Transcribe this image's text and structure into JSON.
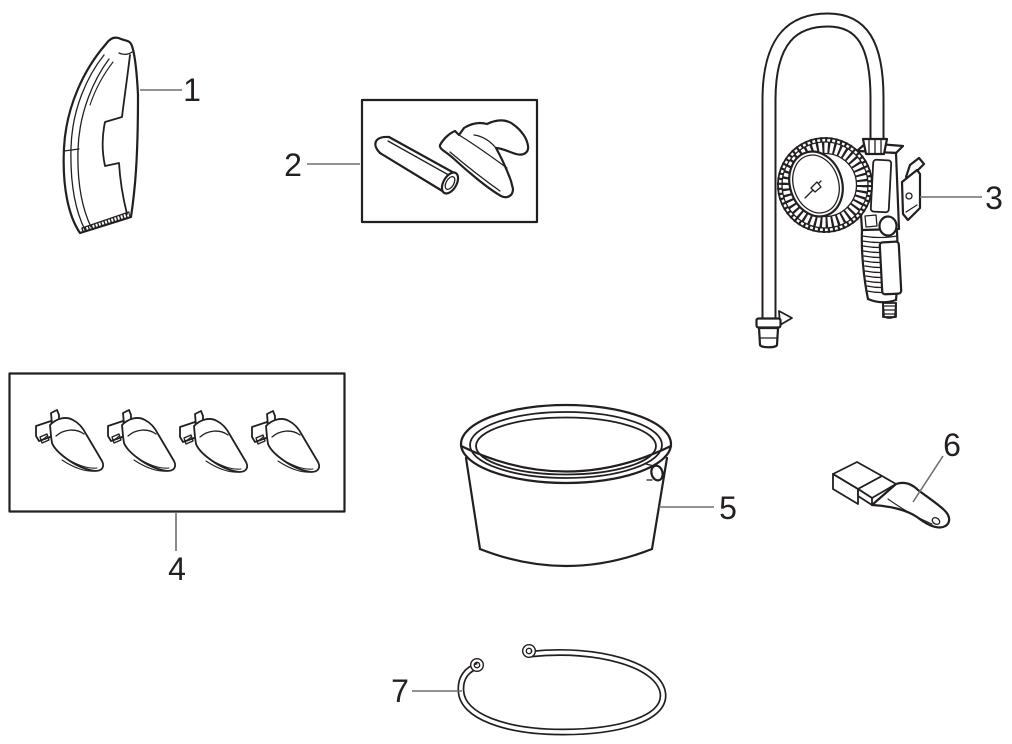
{
  "figure": {
    "background": "#ffffff",
    "outline_color": "#231f20",
    "leader_line_color": "#6d6e71",
    "label_color": "#231f20"
  },
  "callouts": [
    {
      "label": "1"
    },
    {
      "label": "2"
    },
    {
      "label": "3"
    },
    {
      "label": "4"
    },
    {
      "label": "5"
    },
    {
      "label": "6"
    },
    {
      "label": "7"
    }
  ]
}
